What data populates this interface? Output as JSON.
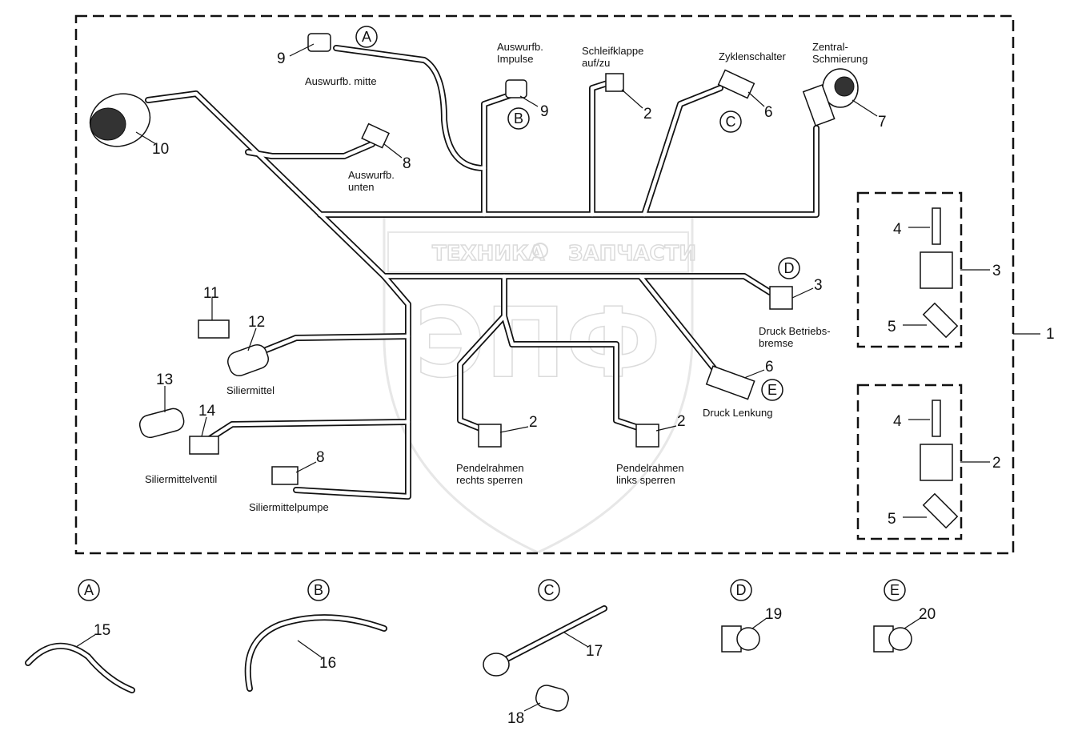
{
  "watermark": {
    "line1": "ТЕХНИКА",
    "line2": "ЗАПЧАСТИ",
    "logo": "ЭПФ"
  },
  "labels": {
    "auswurfb_mitte": "Auswurfb. mitte",
    "auswurfb_impulse_1": "Auswurfb.",
    "auswurfb_impulse_2": "Impulse",
    "schleifklappe_1": "Schleifklappe",
    "schleifklappe_2": "auf/zu",
    "zyklenschalter": "Zyklenschalter",
    "zentral_1": "Zentral-",
    "zentral_2": "Schmierung",
    "auswurfb_unten_1": "Auswurfb.",
    "auswurfb_unten_2": "unten",
    "druck_betriebs_1": "Druck Betriebs-",
    "druck_betriebs_2": "bremse",
    "druck_lenkung": "Druck Lenkung",
    "siliermittel": "Siliermittel",
    "siliermittelventil": "Siliermittelventil",
    "siliermittelpumpe": "Siliermittelpumpe",
    "pendel_rechts_1": "Pendelrahmen",
    "pendel_rechts_2": "rechts sperren",
    "pendel_links_1": "Pendelrahmen",
    "pendel_links_2": "links sperren"
  },
  "callouts": {
    "n9a": "9",
    "n9b": "9",
    "n2a": "2",
    "n6a": "6",
    "n7": "7",
    "n10": "10",
    "n8a": "8",
    "n4a": "4",
    "n3a": "3",
    "n5a": "5",
    "n4b": "4",
    "n2b": "2",
    "n5b": "5",
    "n1": "1",
    "n3b": "3",
    "n6b": "6",
    "n11": "11",
    "n12": "12",
    "n13": "13",
    "n14": "14",
    "n8b": "8",
    "n2c": "2",
    "n2d": "2",
    "n15": "15",
    "n16": "16",
    "n17": "17",
    "n18": "18",
    "n19": "19",
    "n20": "20"
  },
  "letters": {
    "A": "A",
    "B": "B",
    "C": "C",
    "D": "D",
    "E": "E"
  }
}
